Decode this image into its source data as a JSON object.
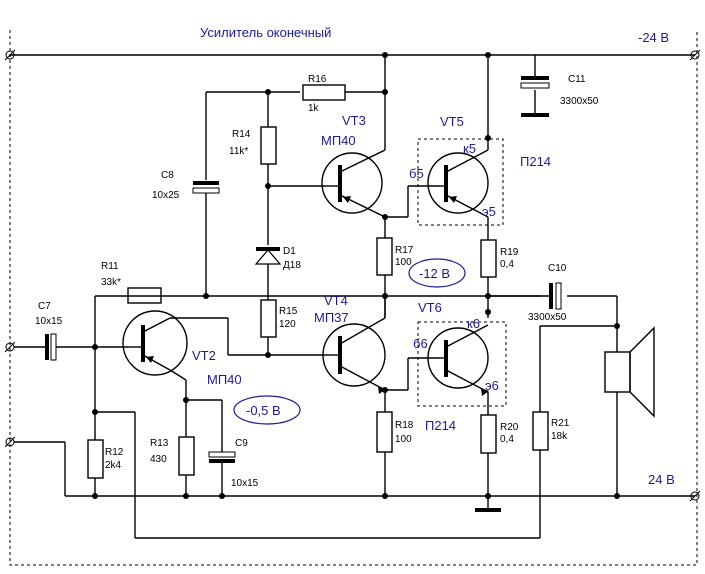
{
  "title": "Усилитель оконечный",
  "supply": {
    "top": "-24 В",
    "bottom": "24 В"
  },
  "transistors": {
    "vt2": {
      "ref": "VT2",
      "type": "МП40"
    },
    "vt3": {
      "ref": "VT3",
      "type": "МП40"
    },
    "vt4": {
      "ref": "VT4",
      "type": "МП37"
    },
    "vt5": {
      "ref": "VT5",
      "type": "П214",
      "b": "б5",
      "k": "к5",
      "e": "э5"
    },
    "vt6": {
      "ref": "VT6",
      "type": "П214",
      "b": "б6",
      "k": "к6",
      "e": "э6"
    }
  },
  "resistors": {
    "r11": {
      "ref": "R11",
      "value": "33k*"
    },
    "r12": {
      "ref": "R12",
      "value": "2k4"
    },
    "r13": {
      "ref": "R13",
      "value": "430"
    },
    "r14": {
      "ref": "R14",
      "value": "11k*"
    },
    "r15": {
      "ref": "R15",
      "value": "120"
    },
    "r16": {
      "ref": "R16",
      "value": "1k"
    },
    "r17": {
      "ref": "R17",
      "value": "100"
    },
    "r18": {
      "ref": "R18",
      "value": "100"
    },
    "r19": {
      "ref": "R19",
      "value": "0,4"
    },
    "r20": {
      "ref": "R20",
      "value": "0,4"
    },
    "r21": {
      "ref": "R21",
      "value": "18k"
    }
  },
  "capacitors": {
    "c7": {
      "ref": "C7",
      "value": "10x15"
    },
    "c8": {
      "ref": "C8",
      "value": "10x25"
    },
    "c9": {
      "ref": "C9",
      "value": "10x15"
    },
    "c10": {
      "ref": "C10",
      "value": "3300x50"
    },
    "c11": {
      "ref": "C11",
      "value": "3300x50"
    }
  },
  "diodes": {
    "d1": {
      "ref": "D1",
      "type": "Д18"
    }
  },
  "voltages": {
    "mid": "-12 В",
    "vt2": "-0,5 В"
  }
}
